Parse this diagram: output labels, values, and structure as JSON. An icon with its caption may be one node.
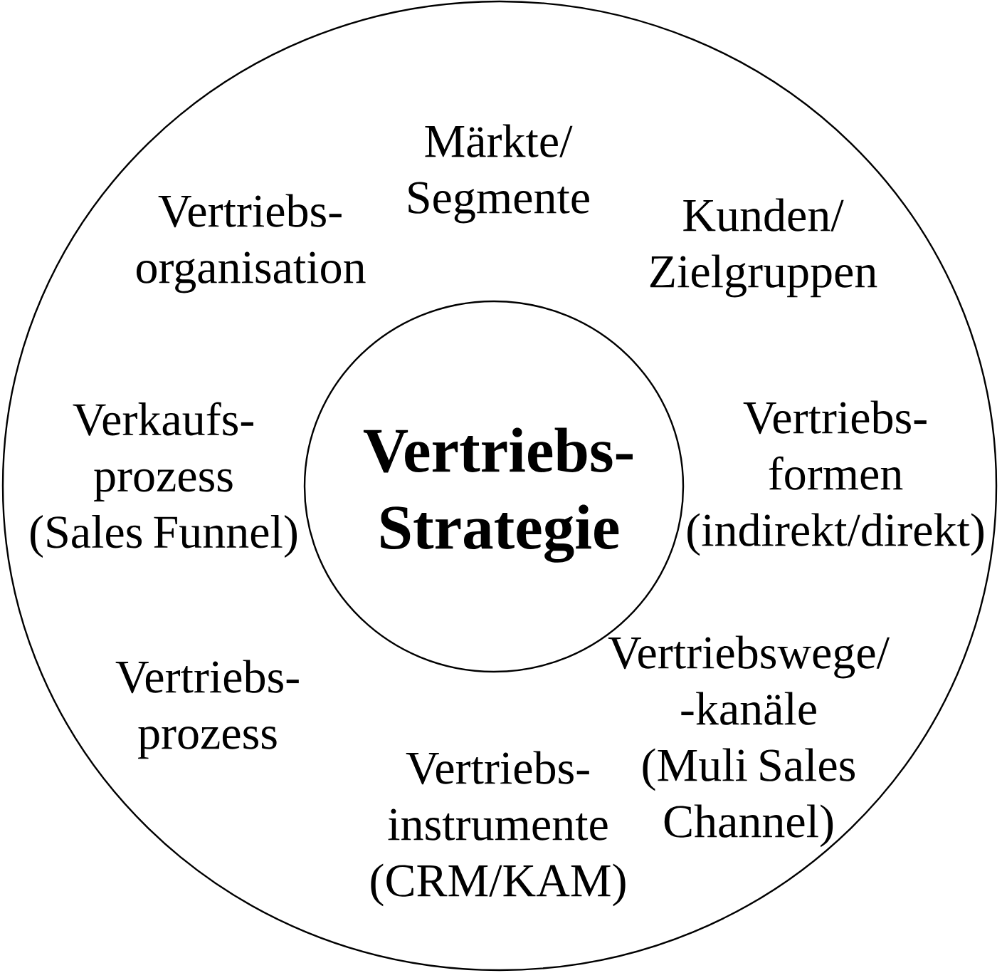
{
  "diagram": {
    "nodes": [
      {
        "text": [],
        "shape": "circle"
      },
      {
        "text": [
          "Vertriebs- Strategie"
        ],
        "in": 0
      }
    ],
    "labels": [
      "Märkte/ Segmente",
      "Vertriebs- organisation",
      "Kunden/ Zielgruppen",
      "Verkaufs- prozess (Sales Funnel)",
      "Vertriebs- formen (indirekt/direkt)",
      "Vertriebs- prozess",
      "Vertriebswege/ -kanäle (Muli Sales Channel)",
      "Vertriebs- instrumente (CRM/KAM)"
    ]
  }
}
